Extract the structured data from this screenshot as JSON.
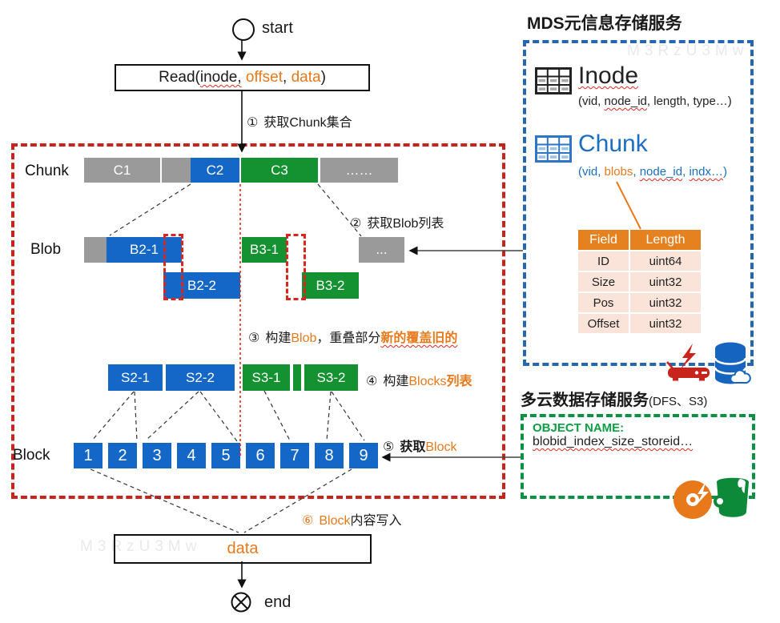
{
  "watermark": "M3RzU3Mw",
  "flow": {
    "start": "start",
    "end": "end",
    "data_box": "data",
    "read": {
      "p1": "Read(",
      "inode": "inode,",
      "offset": " offset",
      "c2": ", ",
      "data": "data",
      "p2": ")"
    },
    "steps": {
      "s1": {
        "n": "①",
        "t": "获取Chunk集合"
      },
      "s2": {
        "n": "②",
        "t": "获取Blob列表"
      },
      "s3": {
        "n": "③",
        "t1": "构建",
        "t2": "Blob",
        "t3": "，重叠部分",
        "t4": "新的覆盖旧的"
      },
      "s4": {
        "n": "④",
        "t1": "构建",
        "t2": "Blocks",
        "t3": "列表"
      },
      "s5": {
        "n": "⑤",
        "t1": "获取",
        "t2": "Block"
      },
      "s6": {
        "n": "⑥",
        "t1": "Block",
        "t2": "内容写入"
      }
    }
  },
  "lanes": {
    "chunk": {
      "label": "Chunk",
      "c1": "C1",
      "c2": "C2",
      "c3": "C3",
      "more": "……"
    },
    "blob": {
      "label": "Blob",
      "b21": "B2-1",
      "b22": "B2-2",
      "b31": "B3-1",
      "b32": "B3-2",
      "more": "..."
    },
    "slices": {
      "s21": "S2-1",
      "s22": "S2-2",
      "s31": "S3-1",
      "s32": "S3-2"
    },
    "block": {
      "label": "Block",
      "items": [
        "1",
        "2",
        "3",
        "4",
        "5",
        "6",
        "7",
        "8",
        "9"
      ]
    }
  },
  "mds": {
    "title1": "MDS",
    "title2": "元信息存储服务",
    "inode_title": "Inode",
    "inode_fields_a": "(vid, ",
    "inode_fields_b": "node_id",
    "inode_fields_c": ", length, type…)",
    "chunk_title": "Chunk",
    "cf_a": "(vid, ",
    "cf_b": "blobs",
    "cf_c": ", ",
    "cf_d": "node_id",
    "cf_e": ", ",
    "cf_f": "indx…",
    "cf_g": ")",
    "table": {
      "headers": [
        "Field",
        "Length"
      ],
      "rows": [
        [
          "ID",
          "uint64"
        ],
        [
          "Size",
          "uint32"
        ],
        [
          "Pos",
          "uint32"
        ],
        [
          "Offset",
          "uint32"
        ]
      ]
    }
  },
  "cloud": {
    "title1": "多云数据存储服务",
    "title2": "(DFS、S3)",
    "obj_label": "OBJECT NAME:",
    "obj_value": "blobid_index_size_storeid…"
  }
}
